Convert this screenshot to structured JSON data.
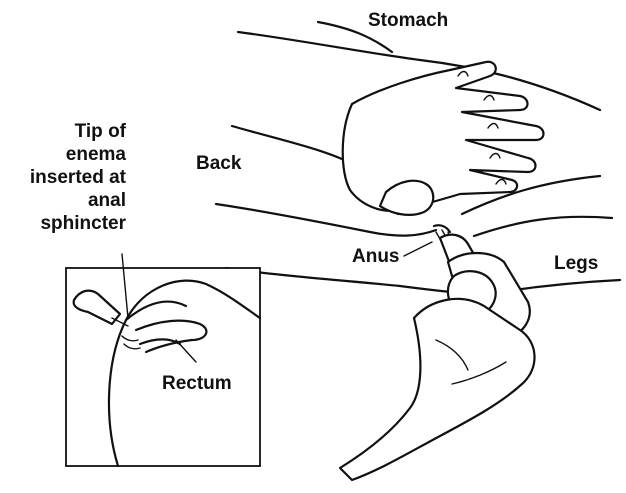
{
  "labels": {
    "stomach": "Stomach",
    "back": "Back",
    "anus": "Anus",
    "legs": "Legs",
    "rectum": "Rectum",
    "tip_line1": "Tip of",
    "tip_line2": "enema",
    "tip_line3": "inserted at",
    "tip_line4": "anal",
    "tip_line5": "sphincter"
  },
  "colors": {
    "ink": "#111111",
    "background": "#ffffff"
  }
}
